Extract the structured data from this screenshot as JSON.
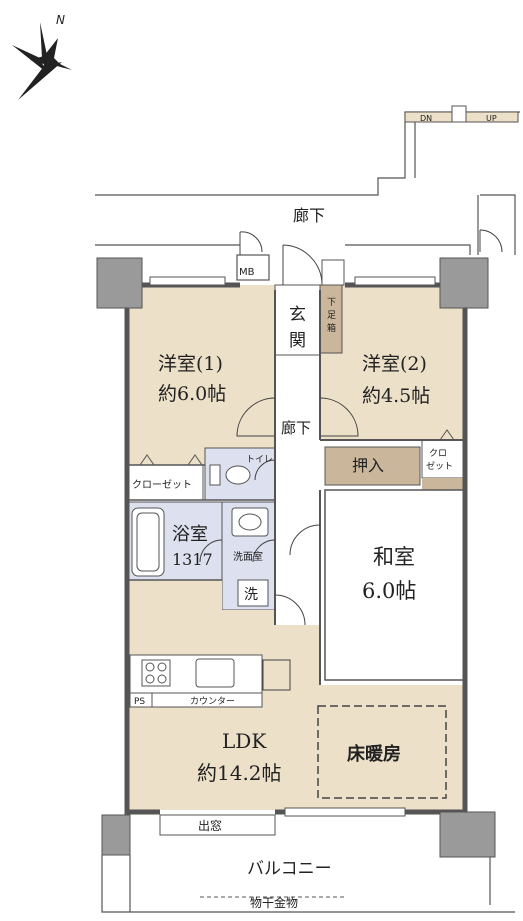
{
  "compass": {
    "label": "N"
  },
  "labels": {
    "corridor_outer": "廊下",
    "corridor_inner": "廊下",
    "entrance": [
      "玄",
      "関"
    ],
    "shoe_box": [
      "下",
      "足",
      "箱"
    ],
    "mb": "MB",
    "dn": "DN",
    "up": "UP",
    "western1_name": "洋室(1)",
    "western1_size": "約6.0帖",
    "western2_name": "洋室(2)",
    "western2_size": "約4.5帖",
    "oshiire": "押入",
    "closet_right": [
      "クロ",
      "ゼット"
    ],
    "closet_left": "クローゼット",
    "toilet": "トイレ",
    "bath_name": "浴室",
    "bath_size": "1317",
    "washroom": "洗面室",
    "washer": "洗",
    "washitsu_name": "和室",
    "washitsu_size": "6.0帖",
    "counter": "カウンター",
    "ps": "PS",
    "ldk_name": "LDK",
    "ldk_size": "約14.2帖",
    "floor_heating": "床暖房",
    "bay_window": "出窓",
    "balcony": "バルコニー",
    "drying_rack": "物干金物"
  },
  "colors": {
    "floor_wood": "#ece0c8",
    "floor_tile": "#dde0ee",
    "storage": "#c9b69b",
    "wall": "#555555",
    "pillar": "#9a9a9a",
    "tatami": "#ffffff"
  }
}
